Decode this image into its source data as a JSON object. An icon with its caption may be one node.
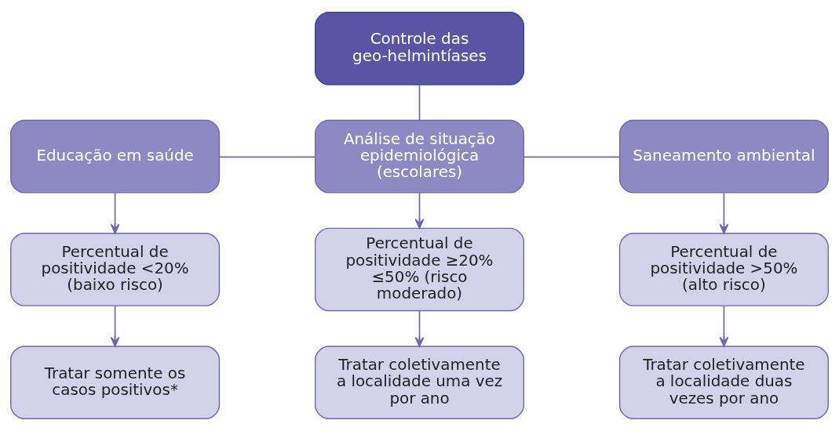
{
  "diagram": {
    "nodes": [
      {
        "text": [
          "Controle das geo-helmintíases"
        ]
      },
      {
        "text": [
          "Educação em saúde"
        ]
      },
      {
        "text": [
          "Análise de situação epidemiológica (escolares)"
        ]
      },
      {
        "text": [
          "Saneamento ambiental"
        ]
      },
      {
        "text": [
          "Percentual de positividade <20% (baixo risco)"
        ]
      },
      {
        "text": [
          "Percentual de positividade ≥20% ≤50% (risco moderado)"
        ]
      },
      {
        "text": [
          "Percentual de positividade >50% (alto risco)"
        ]
      },
      {
        "text": [
          "Tratar somente os casos positivos*"
        ]
      },
      {
        "text": [
          "Tratar coletivamente a localidade uma vez por ano"
        ]
      },
      {
        "text": [
          "Tratar coletivamente a localidade duas vezes por ano"
        ]
      }
    ],
    "edges": [
      {
        "from": 0,
        "to": 2,
        "arrow": "none"
      },
      {
        "from": 1,
        "to": 2,
        "arrow": "none"
      },
      {
        "from": 2,
        "to": 3,
        "arrow": "none"
      },
      {
        "from": 1,
        "to": 4,
        "arrow": "to"
      },
      {
        "from": 2,
        "to": 5,
        "arrow": "to"
      },
      {
        "from": 3,
        "to": 6,
        "arrow": "to"
      },
      {
        "from": 4,
        "to": 7,
        "arrow": "to"
      },
      {
        "from": 5,
        "to": 8,
        "arrow": "to"
      },
      {
        "from": 6,
        "to": 9,
        "arrow": "to"
      }
    ]
  }
}
